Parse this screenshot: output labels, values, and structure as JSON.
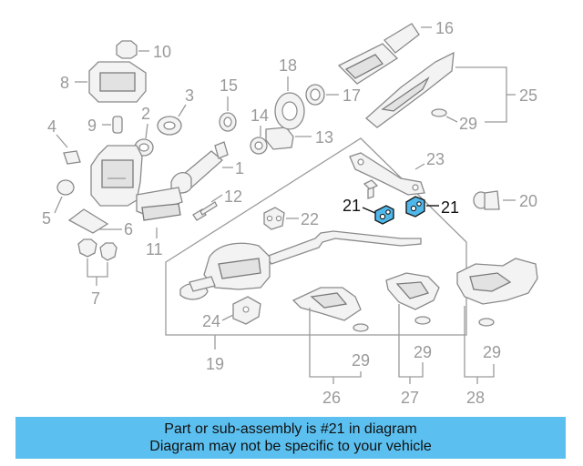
{
  "diagram": {
    "labels": {
      "l1": "1",
      "l2": "2",
      "l3": "3",
      "l4": "4",
      "l5": "5",
      "l6": "6",
      "l7": "7",
      "l8": "8",
      "l9": "9",
      "l10": "10",
      "l11": "11",
      "l12": "12",
      "l13": "13",
      "l14": "14",
      "l15": "15",
      "l16": "16",
      "l17": "17",
      "l18": "18",
      "l19": "19",
      "l20": "20",
      "l21a": "21",
      "l21b": "21",
      "l22": "22",
      "l23": "23",
      "l24": "24",
      "l25": "25",
      "l26": "26",
      "l27": "27",
      "l28": "28",
      "l29a": "29",
      "l29b": "29",
      "l29c": "29",
      "l29d": "29"
    },
    "highlight_color": "#4fb8ea"
  },
  "banner": {
    "line1": "Part or sub-assembly is #21 in diagram",
    "line2": "Diagram may not be specific to your vehicle",
    "color": "#5bc0f0"
  }
}
